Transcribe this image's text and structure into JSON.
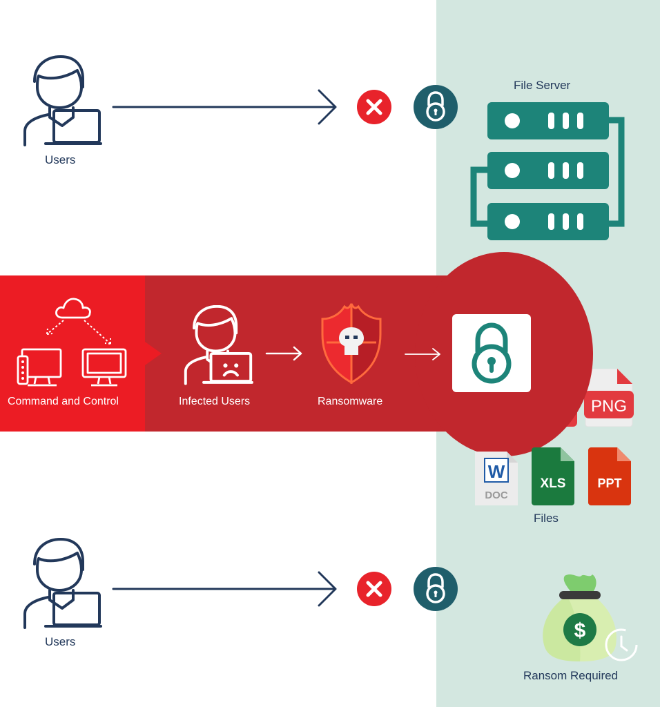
{
  "labels": {
    "users_top": "Users",
    "users_bottom": "Users",
    "file_server": "File Server",
    "command_control": "Command and Control",
    "infected_users": "Infected Users",
    "ransomware": "Ransomware",
    "files": "Files",
    "ransom_required": "Ransom Required"
  },
  "file_icons": {
    "png": "PNG",
    "doc": "DOC",
    "xls": "XLS",
    "ppt": "PPT",
    "word_letter": "W"
  },
  "money_symbol": "$",
  "colors": {
    "panel_green": "#d3e7e0",
    "band_red": "#c1272d",
    "band_bright_red": "#ec1c24",
    "teal": "#1d8479",
    "navy": "#22385a",
    "dark_teal_circle": "#1f5e6b",
    "x_red": "#e8232b"
  }
}
